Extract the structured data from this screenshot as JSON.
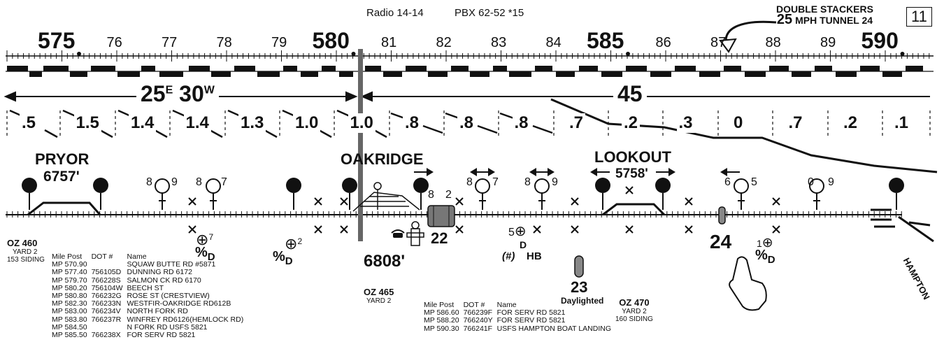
{
  "header": {
    "radio": "Radio 14-14",
    "pbx": "PBX 62-52 *15",
    "page_number": "11",
    "double_stackers": {
      "line1": "DOUBLE STACKERS",
      "speed": "25",
      "line2_rest": "MPH TUNNEL 24"
    }
  },
  "mileposts": [
    {
      "label": "575",
      "major": true
    },
    {
      "label": "76",
      "major": false
    },
    {
      "label": "77",
      "major": false
    },
    {
      "label": "78",
      "major": false
    },
    {
      "label": "79",
      "major": false
    },
    {
      "label": "580",
      "major": true
    },
    {
      "label": "81",
      "major": false
    },
    {
      "label": "82",
      "major": false
    },
    {
      "label": "83",
      "major": false
    },
    {
      "label": "84",
      "major": false
    },
    {
      "label": "585",
      "major": true
    },
    {
      "label": "86",
      "major": false
    },
    {
      "label": "87",
      "major": false
    },
    {
      "label": "88",
      "major": false
    },
    {
      "label": "89",
      "major": false
    },
    {
      "label": "590",
      "major": true
    }
  ],
  "speeds": {
    "west_speed": "25",
    "west_sup": "E",
    "west_speed2": "30",
    "west_sup2": "W",
    "east_speed": "45"
  },
  "grades": [
    ".5",
    "1.5",
    "1.4",
    "1.4",
    "1.3",
    "1.0",
    "1.0",
    ".8",
    ".8",
    ".8",
    ".7",
    ".2",
    ".3",
    "0",
    ".7",
    ".2",
    ".1"
  ],
  "stations": [
    {
      "name": "PRYOR",
      "elevation": "6757'"
    },
    {
      "name": "OAKRIDGE",
      "elevation": "6808'"
    },
    {
      "name": "LOOKOUT",
      "elevation": "5758'"
    }
  ],
  "signal_numbers": [
    "8",
    "9",
    "8",
    "7",
    "8",
    "2",
    "8",
    "7",
    "8",
    "9",
    "6",
    "5",
    "0",
    "9"
  ],
  "symbol_labels": {
    "sym1_sup": "7",
    "sym1_letter": "D",
    "sym2_sup": "2",
    "sym2_letter": "D",
    "sym3_num": "5",
    "sym3_letter": "D",
    "sym3_hb": "HB",
    "hash": "(#)",
    "sym4_num": "1",
    "sym4_letter": "D"
  },
  "tunnels": [
    {
      "number": "22",
      "label": ""
    },
    {
      "number": "23",
      "label": "Daylighted"
    },
    {
      "number": "24",
      "label": ""
    }
  ],
  "sidings": [
    {
      "oz": "OZ 460",
      "yard": "YARD 2",
      "siding": "153  SIDING"
    },
    {
      "oz": "OZ 465",
      "yard": "YARD 2",
      "siding": ""
    },
    {
      "oz": "OZ 470",
      "yard": "YARD 2",
      "siding": "160  SIDING"
    }
  ],
  "crossings_left": {
    "headers": [
      "Mile Post",
      "DOT #",
      "Name"
    ],
    "rows": [
      [
        "MP 570.90",
        "",
        "SQUAW BUTTE RD #5871"
      ],
      [
        "MP 577.40",
        "756105D",
        "DUNNING RD 6172"
      ],
      [
        "MP 579.70",
        "766228S",
        "SALMON CK RD 6170"
      ],
      [
        "MP 580.20",
        "756104W",
        "BEECH ST"
      ],
      [
        "MP 580.80",
        "766232G",
        "ROSE ST (CRESTVIEW)"
      ],
      [
        "MP 582.30",
        "766233N",
        "WESTFIR-OAKRIDGE RD612B"
      ],
      [
        "MP 583.00",
        "766234V",
        "NORTH FORK RD"
      ],
      [
        "MP 583.80",
        "766237R",
        "WINFREY RD6126(HEMLOCK RD)"
      ],
      [
        "MP 584.50",
        "",
        "N FORK RD USFS 5821"
      ],
      [
        "MP 585.50",
        "766238X",
        "FOR SERV RD 5821"
      ]
    ]
  },
  "crossings_right": {
    "headers": [
      "Mile Post",
      "DOT #",
      "Name"
    ],
    "rows": [
      [
        "MP 586.60",
        "766239F",
        "FOR SERV RD 5821"
      ],
      [
        "MP 588.20",
        "766240Y",
        "FOR SERV RD 5821"
      ],
      [
        "MP 590.30",
        "766241F",
        "USFS HAMPTON BOAT LANDING"
      ]
    ]
  },
  "end_station": "HAMPTON"
}
